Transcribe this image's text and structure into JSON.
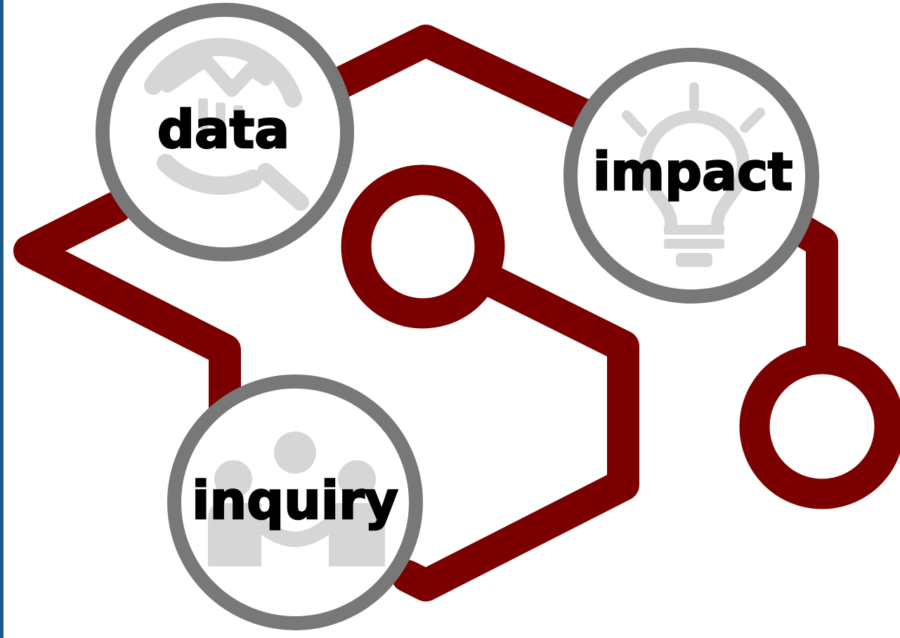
{
  "colors": {
    "path": "#7b0000",
    "ring": "#787878",
    "icon": "#d6d6d6",
    "label": "#000000",
    "edge_bar": "#1f5a86",
    "background": "#ffffff"
  },
  "nodes": [
    {
      "key": "data",
      "label": "data",
      "icon": "chart-magnifier-icon"
    },
    {
      "key": "impact",
      "label": "impact",
      "icon": "lightbulb-icon"
    },
    {
      "key": "inquiry",
      "label": "inquiry",
      "icon": "people-group-icon"
    }
  ]
}
